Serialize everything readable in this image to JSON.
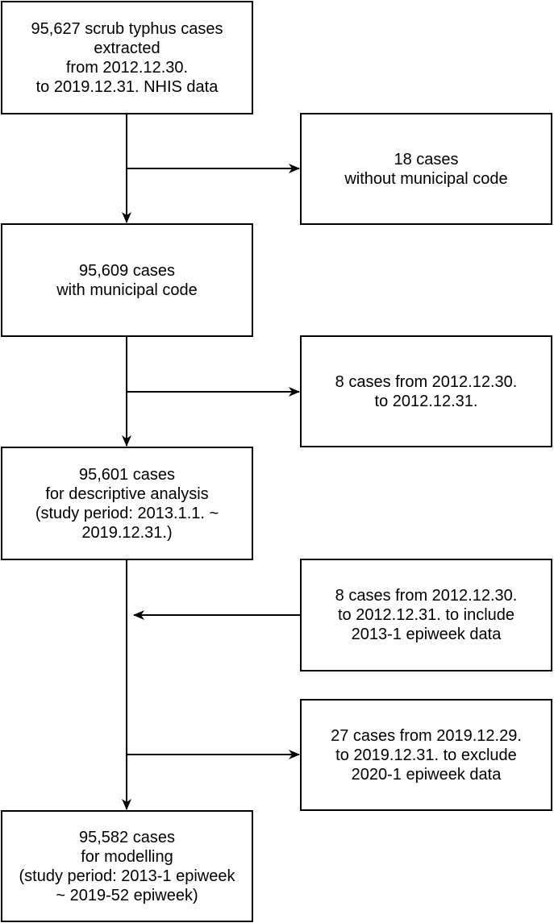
{
  "flowchart": {
    "boxes": {
      "extracted": "95,627 scrub typhus cases\nextracted\nfrom 2012.12.30.\nto 2019.12.31. NHIS data",
      "no_municipal": "18 cases\nwithout municipal code",
      "with_municipal": "95,609 cases\nwith municipal code",
      "excluded_dates": "8 cases from 2012.12.30.\nto 2012.12.31.",
      "descriptive": "95,601 cases\nfor descriptive analysis\n(study period: 2013.1.1. ~\n2019.12.31.)",
      "include_epiweek": "8 cases from 2012.12.30.\nto 2012.12.31. to include\n2013-1 epiweek data",
      "exclude_epiweek": "27 cases from 2019.12.29.\nto 2019.12.31. to exclude\n2020-1 epiweek data",
      "modelling": "95,582 cases\nfor modelling\n(study period: 2013-1 epiweek\n~ 2019-52 epiweek)"
    }
  }
}
